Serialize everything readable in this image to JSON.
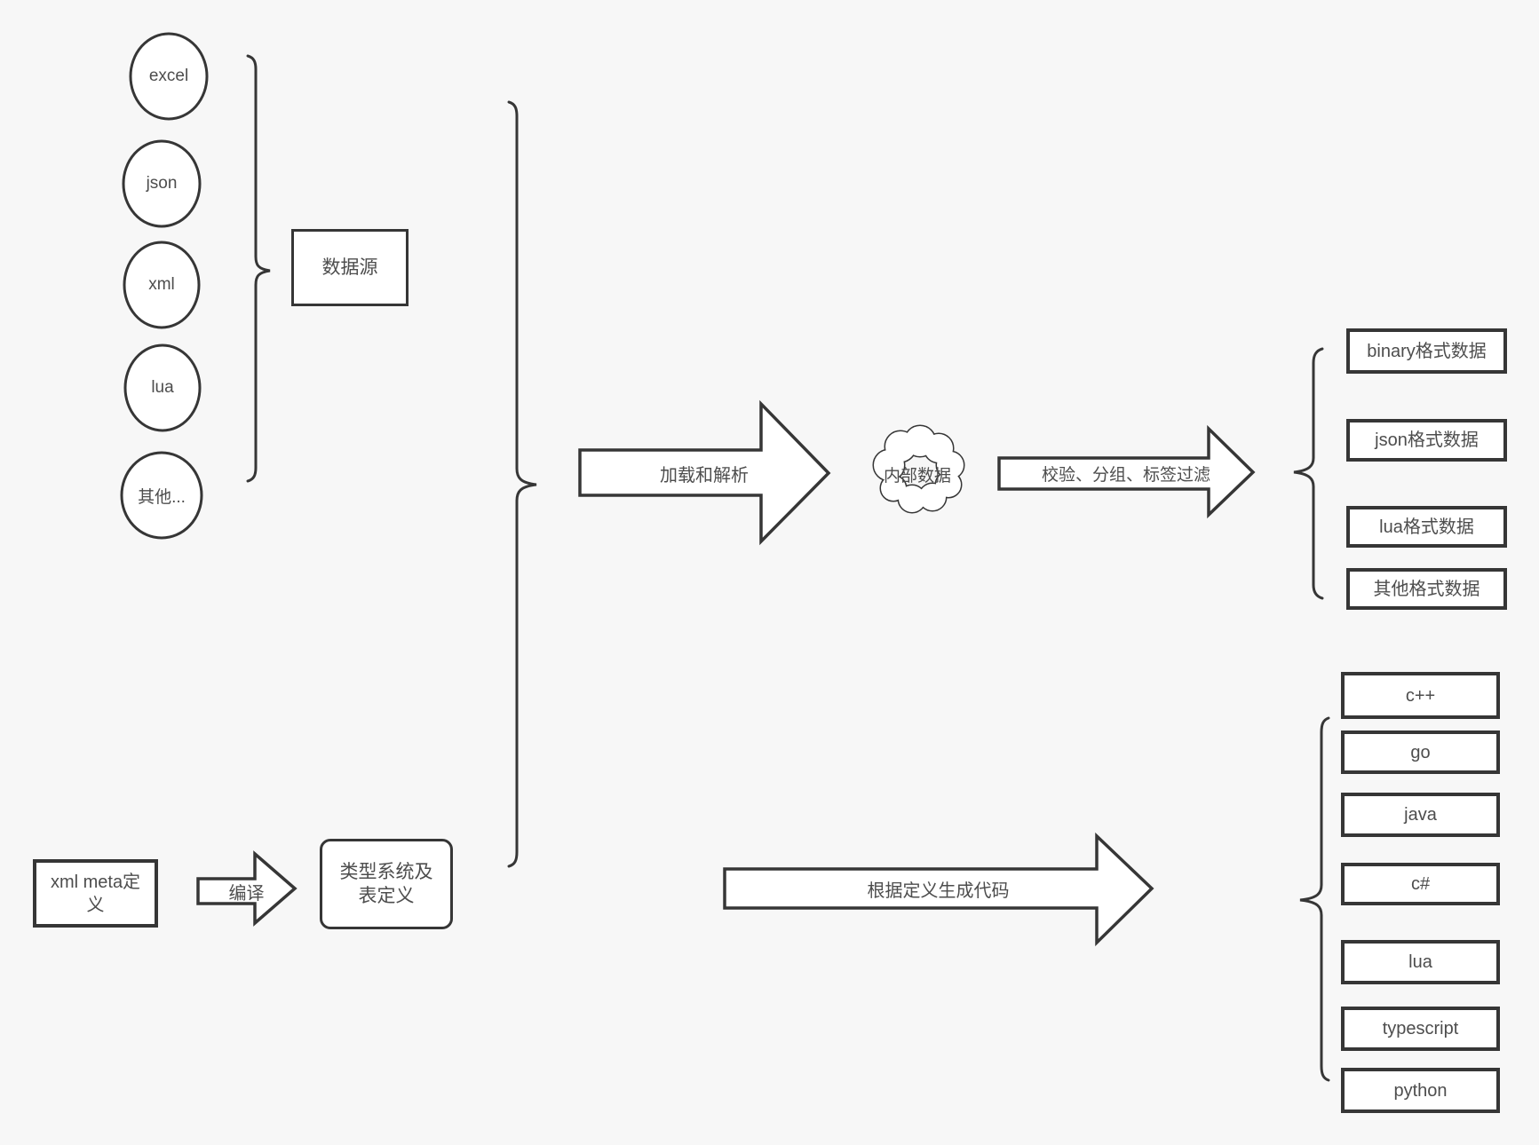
{
  "diagram": {
    "sources": {
      "nodes": [
        {
          "label": "excel"
        },
        {
          "label": "json"
        },
        {
          "label": "xml"
        },
        {
          "label": "lua"
        },
        {
          "label": "其他..."
        }
      ],
      "group_box_label": "数据源"
    },
    "flow": {
      "load_parse_arrow_label": "加载和解析",
      "internal_data_cloud_label": "内部数据",
      "filter_arrow_label": "校验、分组、标签过滤"
    },
    "format_outputs": [
      {
        "label": "binary格式数据"
      },
      {
        "label": "json格式数据"
      },
      {
        "label": "lua格式数据"
      },
      {
        "label": "其他格式数据"
      }
    ],
    "meta_flow": {
      "xml_meta_box_label": "xml meta定义",
      "compile_arrow_label": "编译",
      "type_system_box_label": "类型系统及表定义",
      "codegen_arrow_label": "根据定义生成代码"
    },
    "language_outputs": [
      {
        "label": "c++"
      },
      {
        "label": "go"
      },
      {
        "label": "java"
      },
      {
        "label": "c#"
      },
      {
        "label": "lua"
      },
      {
        "label": "typescript"
      },
      {
        "label": "python"
      }
    ],
    "colors": {
      "background": "#f7f7f7",
      "shape_fill": "#ffffff",
      "stroke": "#363636",
      "text": "#4d4d4d"
    }
  }
}
